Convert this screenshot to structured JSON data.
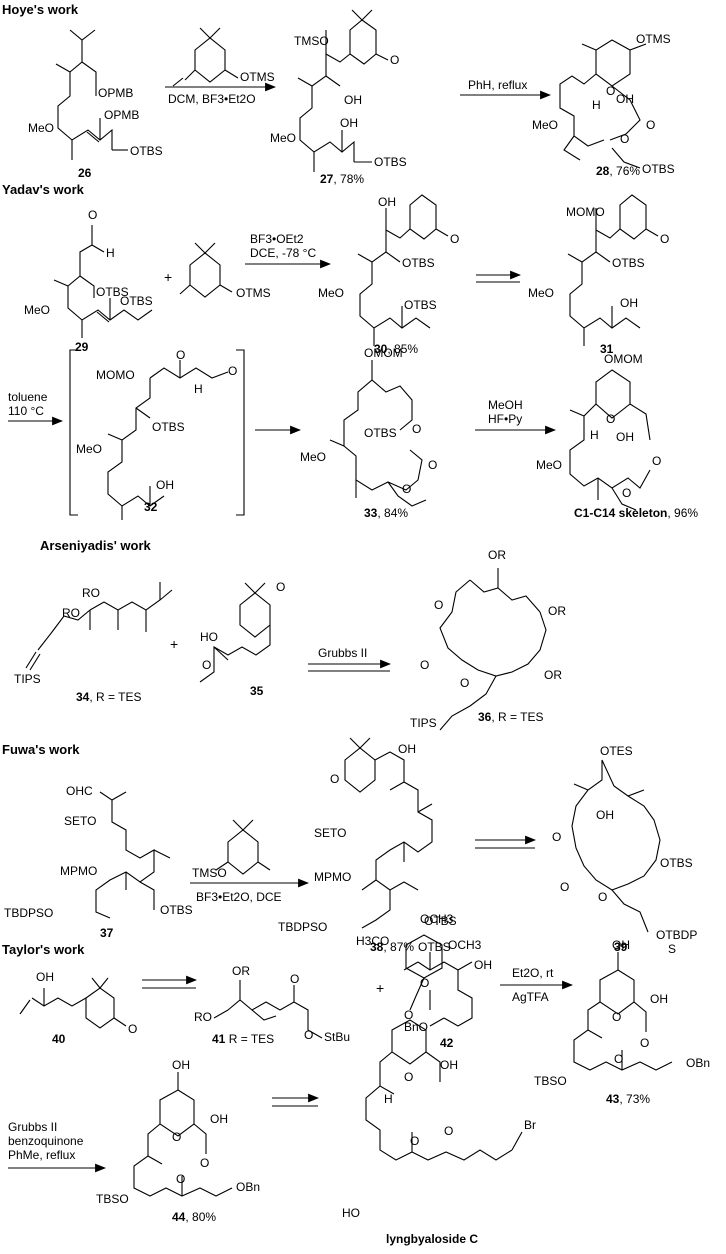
{
  "sections": {
    "hoye": "Hoye's work",
    "yadav": "Yadav's work",
    "arseniyadis": "Arseniyadis' work",
    "fuwa": "Fuwa's work",
    "taylor": "Taylor's work"
  },
  "conditions": {
    "hoye_r1": "DCM, BF3•Et2O",
    "hoye_r2": "PhH, reflux",
    "yadav_r1a": "BF3•OEt2",
    "yadav_r1b": "DCE, -78 °C",
    "yadav_toluene": "toluene",
    "yadav_temp": "110 °C",
    "yadav_meoh": "MeOH",
    "yadav_hfpy": "HF•Py",
    "ars_grubbs": "Grubbs II",
    "fuwa_r1": "BF3•Et2O, DCE",
    "taylor_r1a": "Et2O, rt",
    "taylor_r1b": "AgTFA",
    "taylor_g1": "Grubbs II",
    "taylor_g2": "benzoquinone",
    "taylor_g3": "PhMe, reflux"
  },
  "compounds": {
    "c26": "26",
    "c27": "27",
    "c27_yield": ", 78%",
    "c28": "28",
    "c28_yield": ", 76%",
    "c29": "29",
    "c30": "30",
    "c30_yield": ", 85%",
    "c31": "31",
    "c32": "32",
    "c33": "33",
    "c33_yield": ", 84%",
    "skeleton": "C1-C14 skeleton",
    "skeleton_yield": ", 96%",
    "c34": "34",
    "c34_r": ", R = TES",
    "c35": "35",
    "c36": "36",
    "c36_r": ", R = TES",
    "c37": "37",
    "c38": "38",
    "c38_yield": ", 87%",
    "c39": "39",
    "c40": "40",
    "c41": "41",
    "c41_r": " R = TES",
    "c42": "42",
    "c43": "43",
    "c43_yield": ", 73%",
    "c44": "44",
    "c44_yield": ", 80%",
    "lyngbya": "lyngbyaloside C"
  },
  "atoms": {
    "OPMB": "OPMB",
    "OTBS": "OTBS",
    "MeO": "MeO",
    "OTMS": "OTMS",
    "TMSO": "TMSO",
    "OH": "OH",
    "O": "O",
    "H": "H",
    "MOMO": "MOMO",
    "OMOM": "OMOM",
    "TIPS": "TIPS",
    "RO": "RO",
    "OR": "OR",
    "OHC": "OHC",
    "SETO": "SETO",
    "MPMO": "MPMO",
    "TBDPSO": "TBDPSO",
    "OTES": "OTES",
    "OTBDP": "OTBDP",
    "S": "S",
    "StBu": "StBu",
    "BnO": "BnO",
    "OBn": "OBn",
    "TBSO": "TBSO",
    "OCH3": "OCH3",
    "H3CO": "H3CO",
    "Br": "Br",
    "HO": "HO",
    "plus": "+"
  }
}
